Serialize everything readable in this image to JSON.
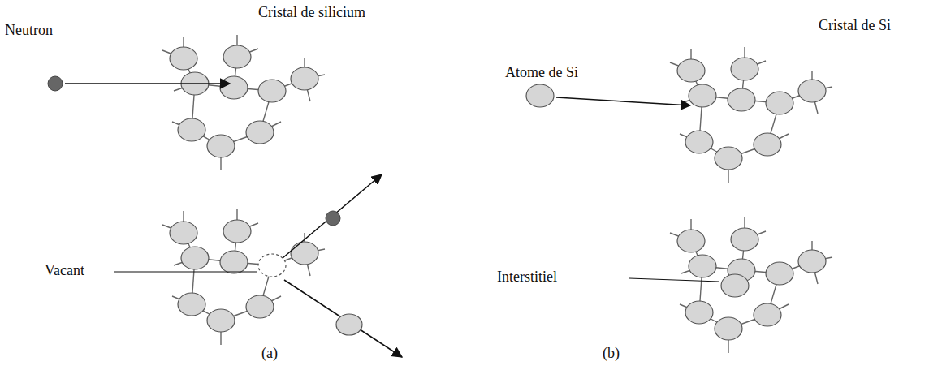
{
  "diagram": {
    "labels": [
      "Neutron",
      "Cristal de silicium",
      "Vacant",
      "(a)",
      "Atome de Si",
      "Cristal de Si",
      "Interstitiel",
      "(b)"
    ]
  }
}
